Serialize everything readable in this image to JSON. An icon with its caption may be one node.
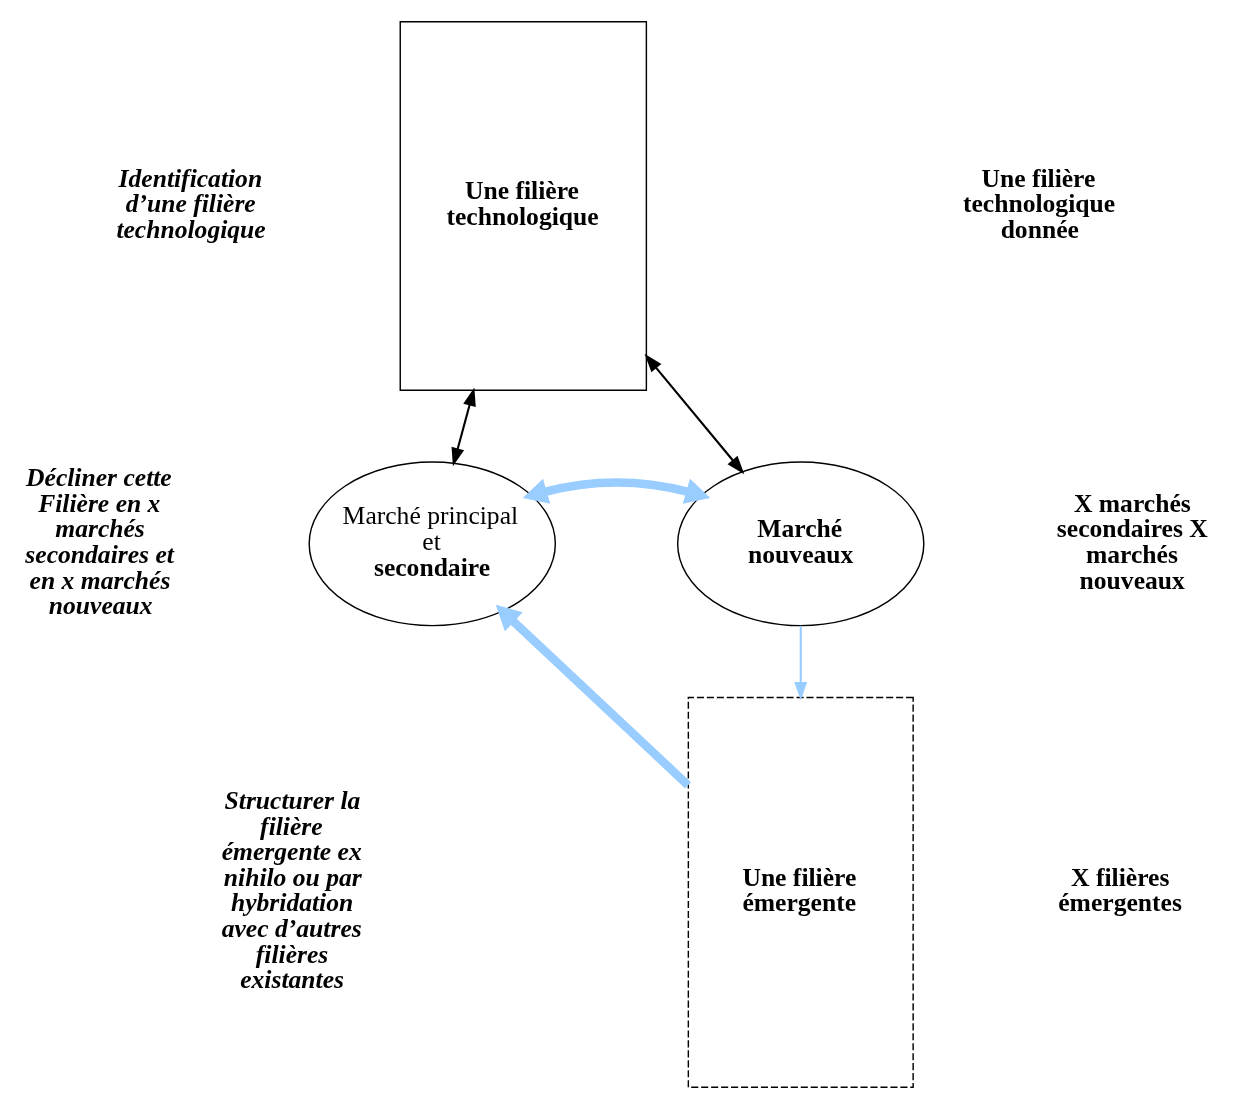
{
  "diagram": {
    "nodes": [
      {
        "text": [
          "Une filière technologique"
        ]
      },
      {
        "text": [
          "Marché principal et **secondaire**"
        ]
      },
      {
        "text": [
          "Marché nouveaux"
        ]
      },
      {
        "text": [
          "Une filière émergente"
        ]
      }
    ],
    "edges": [
      {
        "from": 0,
        "to": 1,
        "arrow": "both",
        "color": "#000000"
      },
      {
        "from": 0,
        "to": 2,
        "arrow": "both",
        "color": "#000000"
      },
      {
        "from": 1,
        "to": 2,
        "arrow": "both",
        "style": "thick",
        "color": "#99ccff"
      },
      {
        "from": 2,
        "to": 3,
        "arrow": "to",
        "color": "#99ccff"
      },
      {
        "from": 3,
        "to": 1,
        "arrow": "to",
        "style": "thick",
        "color": "#99ccff"
      }
    ],
    "labels": [
      "Identification d’une filière technologique",
      "Une filière technologique donnée",
      "Décliner cette Filière en x marchés secondaires et en x marchés nouveaux",
      "X marchés secondaires X marchés nouveaux",
      "Structurer la filière émergente ex nihilo ou par hybridation avec d’autres filières existantes",
      "X filières émergentes"
    ]
  }
}
